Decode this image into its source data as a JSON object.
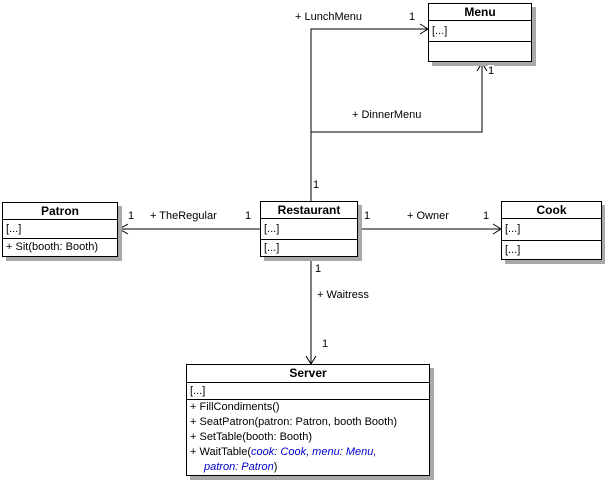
{
  "diagram": {
    "kind": "uml-class-diagram",
    "background_color": "#ffffff",
    "line_color": "#000000",
    "shadow_color": "#a8a8a8",
    "param_text_color": "#0000cc"
  },
  "classes": {
    "menu": {
      "name": "Menu",
      "attributes": [
        "[...]"
      ],
      "operations": []
    },
    "patron": {
      "name": "Patron",
      "attributes": [
        "[...]"
      ],
      "operations": [
        "+ Sit(booth: Booth)"
      ]
    },
    "restaurant": {
      "name": "Restaurant",
      "attributes": [
        "[...]"
      ],
      "operations": [
        "[...]"
      ]
    },
    "cook": {
      "name": "Cook",
      "attributes": [
        "[...]"
      ],
      "operations": [
        "[...]"
      ]
    },
    "server": {
      "name": "Server",
      "attributes": [
        "[...]"
      ],
      "operations": [
        "+ FillCondiments()",
        "+ SeatPatron(patron: Patron, booth Booth)",
        "+ SetTable(booth: Booth)"
      ],
      "wait_table_op": {
        "prefix": "+ WaitTable(",
        "params_line_1": "cook: Cook, menu: Menu,",
        "params_line_2": "patron: Patron",
        "suffix": ")"
      }
    }
  },
  "associations": {
    "lunch_menu": {
      "label": "+ LunchMenu",
      "source_mult": "1",
      "target_mult": "1"
    },
    "dinner_menu": {
      "label": "+ DinnerMenu",
      "target_mult": "1"
    },
    "the_regular": {
      "label": "+ TheRegular",
      "source_mult": "1",
      "target_mult": "1"
    },
    "owner": {
      "label": "+ Owner",
      "source_mult": "1",
      "target_mult": "1"
    },
    "waitress": {
      "label": "+ Waitress",
      "source_mult": "1",
      "target_mult": "1"
    }
  }
}
